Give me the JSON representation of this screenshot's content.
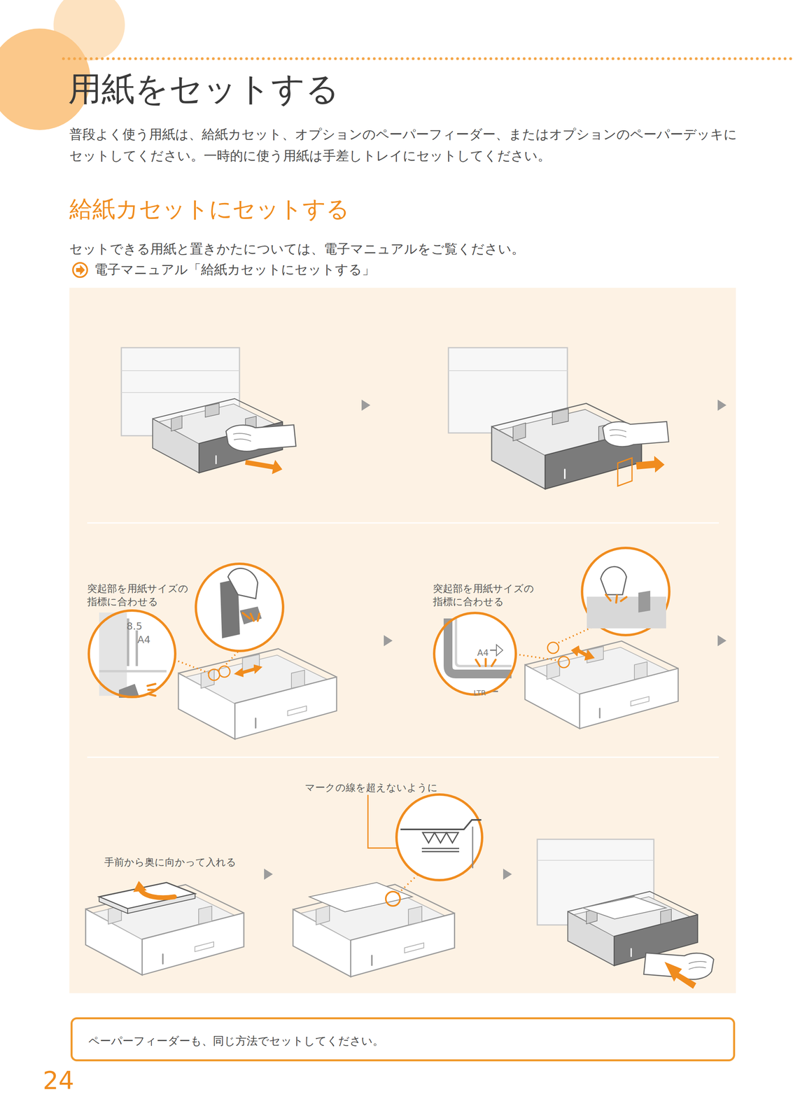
{
  "diagram": {
    "title": "用紙をセットする",
    "nodes": [
      {
        "text": [
          "8.5",
          "A4"
        ]
      },
      {
        "text": [
          "A4",
          "LTR"
        ]
      },
      {
        "text": [
          "ペーパーフィーダーも、同じ方法でセットしてください。"
        ]
      }
    ],
    "labels": [
      "普段よく使う用紙は、給紙カセット、オプションのペーパーフィーダー、またはオプションのペーパーデッキにセットしてください。一時的に使う用紙は手差しトレイにセットしてください。",
      "給紙カセットにセットする",
      "セットできる用紙と置きかたについては、電子マニュアルをご覧ください。",
      "電子マニュアル「給紙カセットにセットする」",
      "突起部を用紙サイズの 指標に合わせる",
      "突起部を用紙サイズの 指標に合わせる",
      "マークの線を超えないように",
      "手前から奥に向かって入れる",
      "24"
    ]
  }
}
